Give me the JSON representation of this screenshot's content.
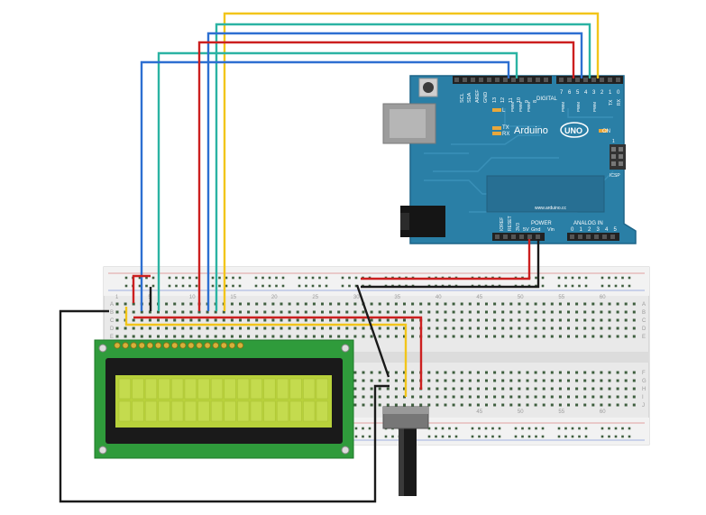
{
  "arduino": {
    "brand": "Arduino",
    "model": "UNO",
    "website": "www.arduino.cc",
    "on_label": "ON",
    "l_label": "L",
    "tx_label": "TX",
    "rx_label": "RX",
    "icsp_label": "ICSP",
    "icsp_pin_label": "1",
    "digital_label": "DIGITAL",
    "power_label": "POWER",
    "analog_label": "ANALOG IN",
    "left_header_pins": [
      "SCL",
      "SDA",
      "AREF",
      "GND",
      "13",
      "12",
      "11",
      "10",
      "9",
      "8"
    ],
    "right_header_pins": [
      "7",
      "6",
      "5",
      "4",
      "3",
      "2",
      "1",
      "0"
    ],
    "txrx_pins": [
      "TX",
      "RX"
    ],
    "pwm_marks": [
      "PWM",
      "PWM",
      "PWM",
      "PWM",
      "PWM",
      "PWM"
    ],
    "power_pins": [
      "IOREF",
      "RESET",
      "3V3",
      "5V",
      "Gnd",
      "Vin"
    ],
    "analog_pins": [
      "0",
      "1",
      "2",
      "3",
      "4",
      "5"
    ]
  },
  "breadboard": {
    "top_numbers": [
      "1",
      "5",
      "10",
      "15",
      "20",
      "25",
      "30",
      "35",
      "40",
      "45",
      "50",
      "55",
      "60"
    ],
    "bottom_numbers": [
      "45",
      "50",
      "55",
      "60"
    ],
    "row_letters_top": [
      "A",
      "B",
      "C",
      "D",
      "E"
    ],
    "row_letters_bottom": [
      "F",
      "G",
      "H",
      "I",
      "J"
    ]
  },
  "wires": {
    "red": "#cc1f1f",
    "black": "#1a1a1a",
    "blue": "#2d6fd1",
    "teal": "#2bb3a3",
    "yellow": "#f2c51a"
  },
  "colors": {
    "arduino_board": "#2a7fa6",
    "lcd_pcb": "#2f9b3b",
    "lcd_screen": "#b8d13b",
    "breadboard": "#eeeeee"
  }
}
